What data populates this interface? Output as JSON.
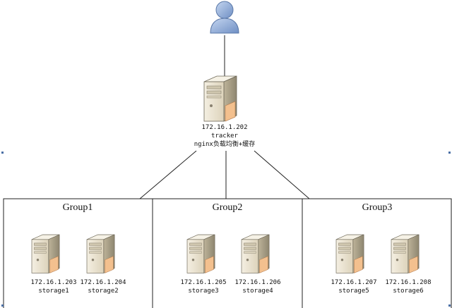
{
  "colors": {
    "line": "#222222",
    "server_body": "#e8e0cc",
    "server_dark": "#9f9780",
    "server_accent": "#f2a56a",
    "user": "#7f9fd0",
    "handle": "#4a6fa5"
  },
  "icons": {
    "user": "user-icon",
    "server": "server-icon"
  },
  "tracker": {
    "ip": "172.16.1.202",
    "role": "tracker",
    "description": "nginx负载均衡+缓存"
  },
  "groups": [
    {
      "name": "Group1",
      "storages": [
        {
          "ip": "172.16.1.203",
          "name": "storage1"
        },
        {
          "ip": "172.16.1.204",
          "name": "storage2"
        }
      ]
    },
    {
      "name": "Group2",
      "storages": [
        {
          "ip": "172.16.1.205",
          "name": "storage3"
        },
        {
          "ip": "172.16.1.206",
          "name": "storage4"
        }
      ]
    },
    {
      "name": "Group3",
      "storages": [
        {
          "ip": "172.16.1.207",
          "name": "storage5"
        },
        {
          "ip": "172.16.1.208",
          "name": "storage6"
        }
      ]
    }
  ]
}
